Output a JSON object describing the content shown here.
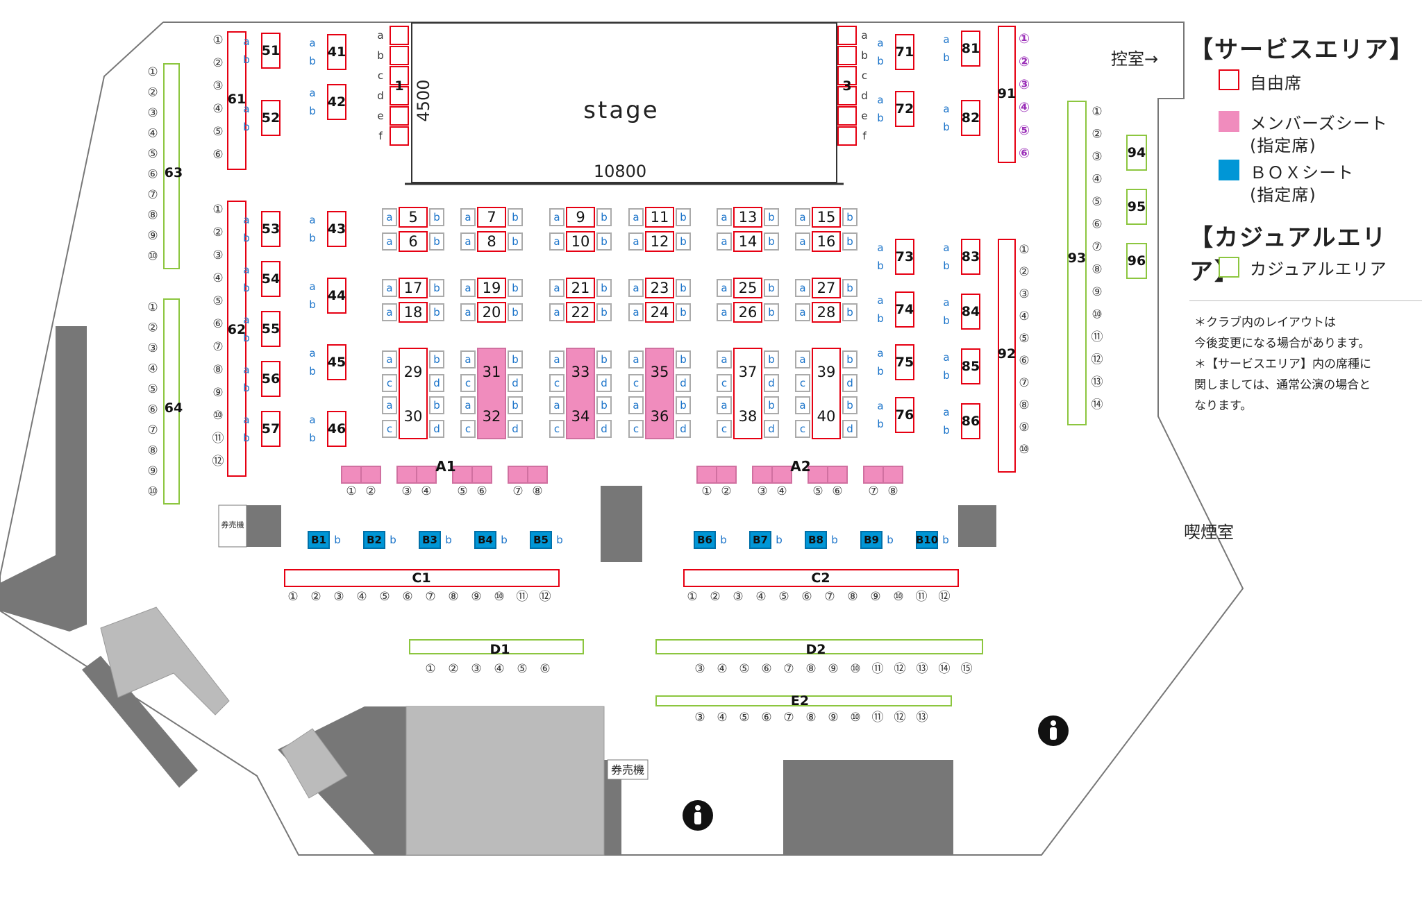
{
  "stage": {
    "label": "stage",
    "width_label": "10800",
    "depth_label": "4500"
  },
  "rooms": {
    "green_room": "控室→",
    "smoking_room": "喫煙室",
    "ticket_machine_left": "券売機",
    "ticket_machine_bottom": "券売機"
  },
  "legend": {
    "service_title": "【サービスエリア】",
    "free_seat": "自由席",
    "members_seat": "メンバーズシート",
    "members_sub": "(指定席)",
    "box_seat": "ＢＯＸシート",
    "box_sub": "(指定席)",
    "casual_title": "【カジュアルエリア】",
    "casual_area": "カジュアルエリア",
    "note1": "＊クラブ内のレイアウトは",
    "note2": "今後変更になる場合があります。",
    "note3": "＊【サービスエリア】内の席種に",
    "note4": "関しましては、通常公演の場合と",
    "note5": "なります。"
  },
  "colors": {
    "free_seat": "#e60012",
    "members_seat": "#f08cbd",
    "box_seat": "#0096d6",
    "casual_area": "#8cc63f",
    "seat_letter": "#1a73c9",
    "wall": "#666666",
    "purple": "#9b30b8"
  },
  "seat_labels": {
    "row_a_tables": [
      "5",
      "7",
      "9",
      "11",
      "13",
      "15"
    ],
    "row_b_tables": [
      "6",
      "8",
      "10",
      "12",
      "14",
      "16"
    ],
    "row_c_tables": [
      "17",
      "19",
      "21",
      "23",
      "25",
      "27"
    ],
    "row_d_tables": [
      "18",
      "20",
      "22",
      "24",
      "26",
      "28"
    ],
    "big_top": [
      "29",
      "31",
      "33",
      "35",
      "37",
      "39"
    ],
    "big_bottom": [
      "30",
      "32",
      "34",
      "36",
      "38",
      "40"
    ],
    "left_tables_51": [
      "51",
      "52"
    ],
    "left_tables_53": [
      "53",
      "54",
      "55",
      "56",
      "57"
    ],
    "left_tables_41": [
      "41",
      "42"
    ],
    "left_tables_43": [
      "43",
      "44",
      "45",
      "46"
    ],
    "right_tables_71": [
      "71",
      "72"
    ],
    "right_tables_73": [
      "73",
      "74",
      "75",
      "76"
    ],
    "right_tables_81": [
      "81",
      "82"
    ],
    "right_tables_83": [
      "83",
      "84",
      "85",
      "86"
    ],
    "right_casual": [
      "94",
      "95",
      "96"
    ],
    "box_left": [
      "B1",
      "B2",
      "B3",
      "B4",
      "B5"
    ],
    "box_right": [
      "B6",
      "B7",
      "B8",
      "B9",
      "B10"
    ],
    "letters": [
      "a",
      "b",
      "c",
      "d",
      "e",
      "f"
    ],
    "long_tables": {
      "t61": "61",
      "t62": "62",
      "t63": "63",
      "t64": "64",
      "t91": "91",
      "t92": "92",
      "t93": "93",
      "t1": "1",
      "t3": "3",
      "a1": "A1",
      "a2": "A2",
      "c1": "C1",
      "c2": "C2",
      "d1": "D1",
      "d2": "D2",
      "e2": "E2"
    },
    "circled": [
      "①",
      "②",
      "③",
      "④",
      "⑤",
      "⑥",
      "⑦",
      "⑧",
      "⑨",
      "⑩",
      "⑪",
      "⑫",
      "⑬",
      "⑭",
      "⑮"
    ]
  }
}
